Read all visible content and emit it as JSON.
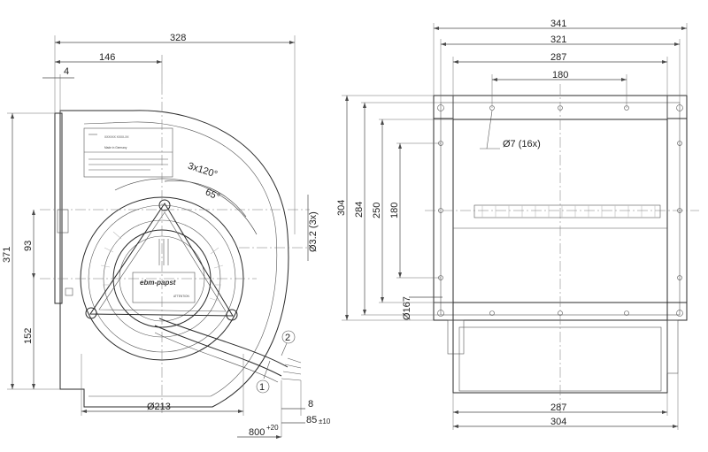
{
  "front_view": {
    "dim_overall_width": "328",
    "dim_offset_width": "146",
    "dim_flange": "4",
    "dim_height": "371",
    "dim_lower_height": "152",
    "dim_center_offset": "93",
    "dim_angle_holes": "3x120°",
    "dim_angle": "65°",
    "dim_hole_dia": "Ø3.2 (3x)",
    "dim_motor_dia": "Ø213",
    "dim_cable_length": "800",
    "dim_cable_length_tol": "+20",
    "dim_strip_length": "85",
    "dim_strip_tol": "±10",
    "dim_wire_end": "8",
    "callout_1": "1",
    "callout_2": "2",
    "label_text": "XXXXXX XXXX-XX",
    "label_made_in": "Made in Germany",
    "brand_logo": "ebm-papst",
    "warning_text": "ATTENTION"
  },
  "side_view": {
    "dim_overall_width": "341",
    "dim_width_2": "321",
    "dim_width_3": "287",
    "dim_hole_spacing": "180",
    "dim_hole_dia": "Ø7 (16x)",
    "dim_height_1": "304",
    "dim_height_2": "284",
    "dim_height_3": "250",
    "dim_height_4": "180",
    "dim_inlet_dia": "Ø167",
    "dim_bottom_width": "287",
    "dim_bottom_overall": "304"
  },
  "colors": {
    "line": "#2a2a2a",
    "dimension": "#4a4a4a"
  }
}
